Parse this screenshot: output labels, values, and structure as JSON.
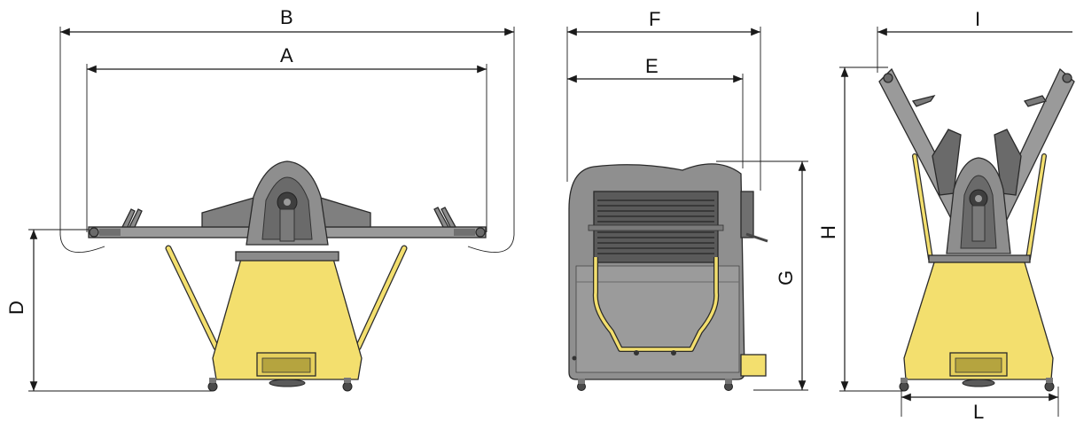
{
  "colors": {
    "body_yellow": "#f3df6e",
    "body_yellow_dark": "#d9c24f",
    "metal_gray": "#8f8f8f",
    "metal_dark": "#5e5e5e",
    "metal_light": "#b9b9b9",
    "outline": "#2a2a2a"
  },
  "views": {
    "front": {
      "labels": {
        "B": "B",
        "A": "A",
        "D": "D"
      }
    },
    "side": {
      "labels": {
        "F": "F",
        "E": "E",
        "G": "G"
      }
    },
    "folded": {
      "labels": {
        "I": "I",
        "H": "H",
        "L": "L"
      }
    }
  }
}
